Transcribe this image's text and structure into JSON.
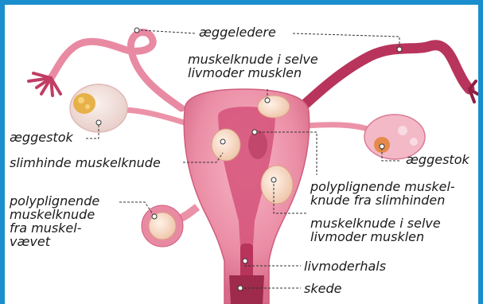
{
  "colors": {
    "frame": "#1b8fcd",
    "tissue": "#ec90a6",
    "tissue_dark": "#c23d64",
    "fibroid": "#f6dbc8",
    "leader": "#333333"
  },
  "labels": {
    "fallopian_tubes": "æggeledere",
    "intramural_top": "muskelknude i selve\nlivmoder musklen",
    "ovary_left": "æggestok",
    "submucosal": "slimhinde muskelknude",
    "pedunculated_muscle": "polyplignende\nmuskelknude\nfra muskel-\nvævet",
    "ovary_right": "æggestok",
    "polyp_mucosa": "polyplignende muskel-\nknude fra slimhinden",
    "intramural_right": "muskelknude i selve\nlivmoder musklen",
    "cervix": "livmoderhals",
    "vagina": "skede"
  }
}
